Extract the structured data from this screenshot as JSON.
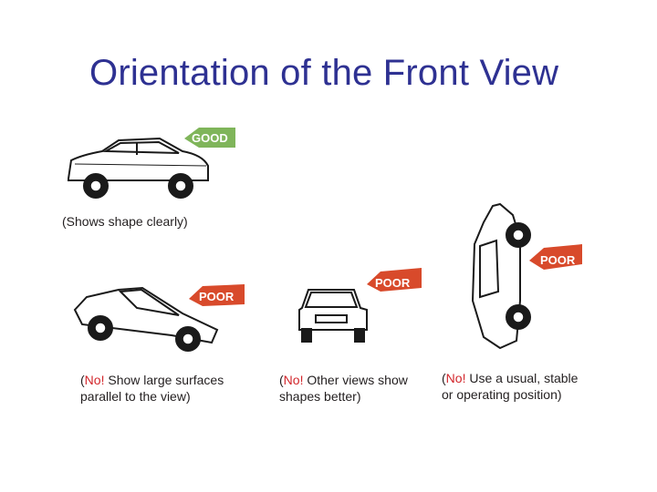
{
  "slide": {
    "title": "Orientation of the Front View"
  },
  "panels": [
    {
      "id": "side-view",
      "badge": "GOOD",
      "caption_lines": [
        "(Shows shape clearly)"
      ]
    },
    {
      "id": "tilted-view",
      "badge": "POOR",
      "caption_paren": "(",
      "caption_no": "No!",
      "caption_rest": " Show large surfaces",
      "caption_line2": "parallel to the view)"
    },
    {
      "id": "front-view",
      "badge": "POOR",
      "caption_paren": "(",
      "caption_no": "No!",
      "caption_rest": " Other views show",
      "caption_line2": "shapes better)"
    },
    {
      "id": "vertical-view",
      "badge": "POOR",
      "caption_paren": "(",
      "caption_no": "No!",
      "caption_rest": " Use a usual, stable",
      "caption_line2": "or operating position)"
    }
  ],
  "colors": {
    "title": "#2e3192",
    "good_arrow": "#7fb55a",
    "poor_arrow": "#d84a2b",
    "no_text": "#d2262b"
  }
}
